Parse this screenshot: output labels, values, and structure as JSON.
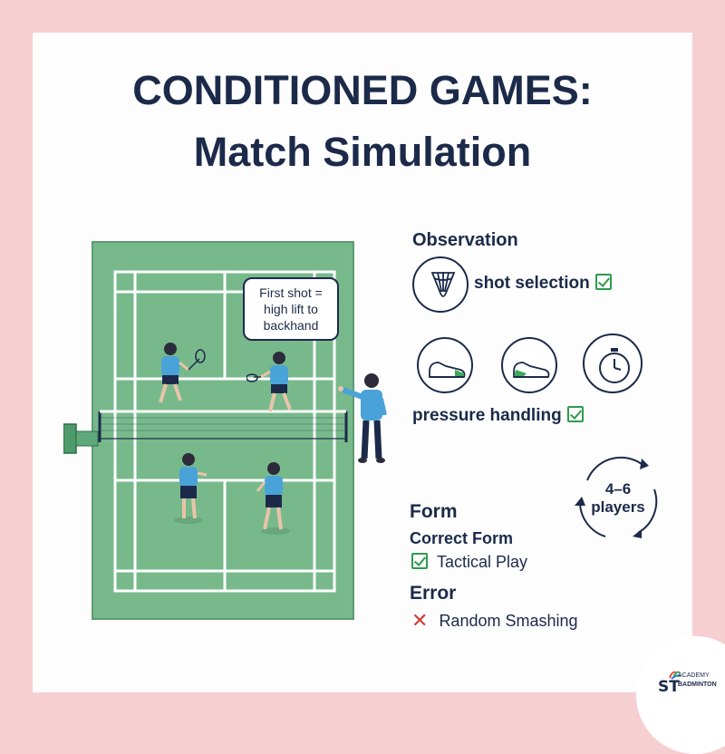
{
  "title_line1": "CONDITIONED GAMES:",
  "title_line2": "Match Simulation",
  "court": {
    "callout": [
      "First shot =",
      "high lift to",
      "backhand"
    ]
  },
  "observation": {
    "heading": "Observation",
    "items": [
      {
        "label": "shot selection",
        "icon": "shuttlecock-icon"
      },
      {
        "label": "pressure handling",
        "icons": [
          "sneaker-icon",
          "sneaker-icon",
          "stopwatch-icon"
        ]
      }
    ]
  },
  "players": {
    "count": "4–6",
    "label": "players"
  },
  "form": {
    "heading": "Form",
    "correct_heading": "Correct Form",
    "correct_item": "Tactical Play",
    "error_heading": "Error",
    "error_item": "Random Smashing"
  },
  "logo": {
    "st": "ST",
    "academy": "ACADEMY",
    "badminton": "BADMINTON"
  },
  "colors": {
    "navy": "#1c2a4a",
    "court": "#78b98c",
    "check": "#2e9a4e",
    "error": "#d23a3a",
    "frame": "#f6cfd2",
    "player_shirt": "#4aa3d8"
  }
}
